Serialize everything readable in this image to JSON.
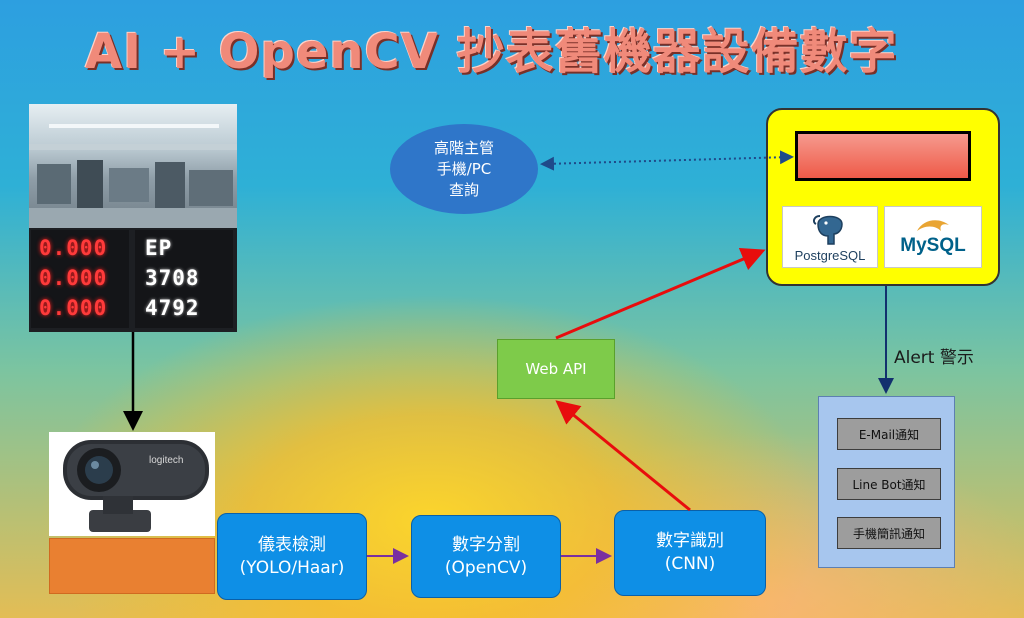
{
  "title": "AI + OpenCV 抄表舊機器設備數字",
  "query_node": {
    "line1": "高階主管",
    "line2": "手機/PC",
    "line3": "查詢"
  },
  "meters": {
    "left_panel": [
      "0.000",
      "0.000",
      "0.000"
    ],
    "right_panel": {
      "prefix": "EP",
      "row2": "3708",
      "row3": "4792"
    }
  },
  "webcam_brand": "logitech",
  "pipeline": [
    {
      "line1": "儀表檢測",
      "line2": "(YOLO/Haar)"
    },
    {
      "line1": "數字分割",
      "line2": "(OpenCV)"
    },
    {
      "line1": "數字識別",
      "line2": "(CNN)"
    }
  ],
  "web_api": "Web API",
  "databases": {
    "postgres": "PostgreSQL",
    "mysql": "MySQL"
  },
  "alert_label": "Alert 警示",
  "notifications": [
    "E-Mail通知",
    "Line Bot通知",
    "手機簡訊通知"
  ],
  "colors": {
    "arrow_red": "#e80d0d",
    "arrow_purple": "#7a2fa0",
    "arrow_navy": "#12306e",
    "db_panel": "#ffff00",
    "pipeline_box": "#0e8fe6",
    "web_api_box": "#7ecb4a"
  }
}
